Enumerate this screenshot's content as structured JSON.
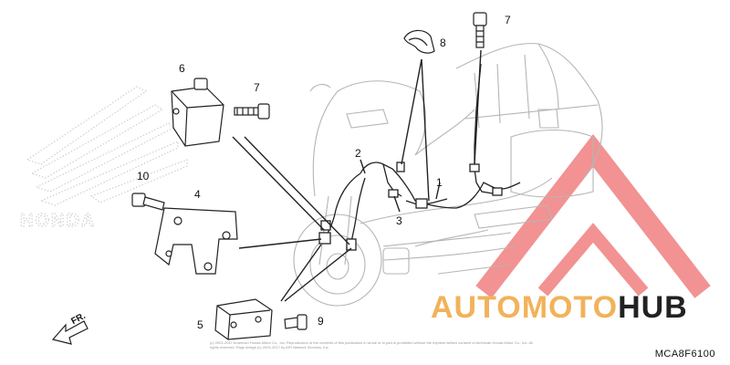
{
  "parts": [
    {
      "id": "p1",
      "number": "1"
    },
    {
      "id": "p2",
      "number": "2"
    },
    {
      "id": "p3",
      "number": "3"
    },
    {
      "id": "p4",
      "number": "4"
    },
    {
      "id": "p5",
      "number": "5"
    },
    {
      "id": "p6",
      "number": "6"
    },
    {
      "id": "p7a",
      "number": "7"
    },
    {
      "id": "p7b",
      "number": "7"
    },
    {
      "id": "p8",
      "number": "8"
    },
    {
      "id": "p9",
      "number": "9"
    },
    {
      "id": "p10",
      "number": "10"
    }
  ],
  "diagram_code": "MCA8F6100",
  "direction_label": "FR.",
  "watermark": {
    "brand_part1": "AUTOMOTO",
    "brand_part2": "HUB",
    "accent_color": "#f2b25a",
    "logo_color": "#f08080"
  },
  "copyright_text": "(c) 2001-2017 American Honda Motor Co., Inc. Reproduction of the contents of this publication in whole or in part is prohibited without the express written consent of American Honda Motor Co., Inc. All rights reserved. Page design (c) 2001-2017 by ARI Network Services, Inc."
}
